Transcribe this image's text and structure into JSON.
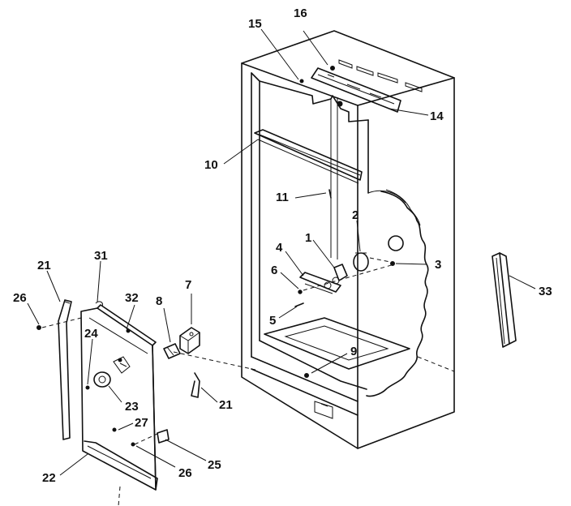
{
  "labels": {
    "l1": "1",
    "l2": "2",
    "l3": "3",
    "l4": "4",
    "l5": "5",
    "l6": "6",
    "l7": "7",
    "l8": "8",
    "l9": "9",
    "l10": "10",
    "l11": "11",
    "l14": "14",
    "l15": "15",
    "l16": "16",
    "l21a": "21",
    "l21b": "21",
    "l22": "22",
    "l23": "23",
    "l24": "24",
    "l25": "25",
    "l26a": "26",
    "l26b": "26",
    "l27": "27",
    "l31": "31",
    "l32": "32",
    "l33": "33"
  }
}
